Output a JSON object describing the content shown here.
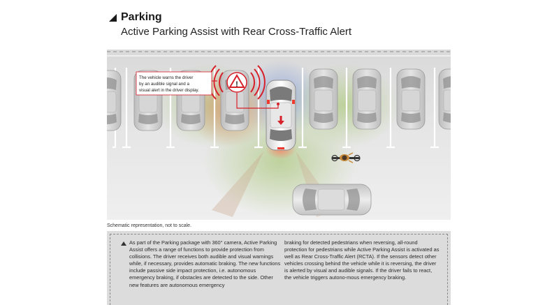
{
  "header": {
    "title": "Parking",
    "subtitle": "Active Parking Assist with Rear Cross-Traffic Alert"
  },
  "callout": {
    "lines": [
      "The vehicle warns the driver",
      "by an audible signal and a",
      "visual alert in the driver display."
    ],
    "warning_symbol": "!"
  },
  "caption": "Schematic representation, not to scale.",
  "description": {
    "col1": "As part of the Parking package with 360° camera, Active Parking Assist offers a range of functions to provide protection from collisions. The driver receives both audible and visual warnings while, if necessary, provides automatic braking. The new functions include passive side impact protection, i.e. autonomous emergency braking, if obstacles are detected to the side. Other new features are autonomous emergency",
    "col2": "braking for detected pedestrians when reversing, all-round protection for pedestrians while Active Parking Assist is activated as well as Rear Cross-Traffic Alert (RCTA). If the sensors detect other vehicles crossing behind the vehicle while it is reversing, the driver is alerted by visual and audible signals. If the driver fails to react, the vehicle triggers autono-mous emergency braking."
  },
  "colors": {
    "alert_red": "#d6202a",
    "panel_bg": "#dcdcdc",
    "ground": "#e4e4e4"
  },
  "icons": [
    "warning-triangle-icon",
    "section-triangle-icon",
    "arrow-down-icon"
  ]
}
